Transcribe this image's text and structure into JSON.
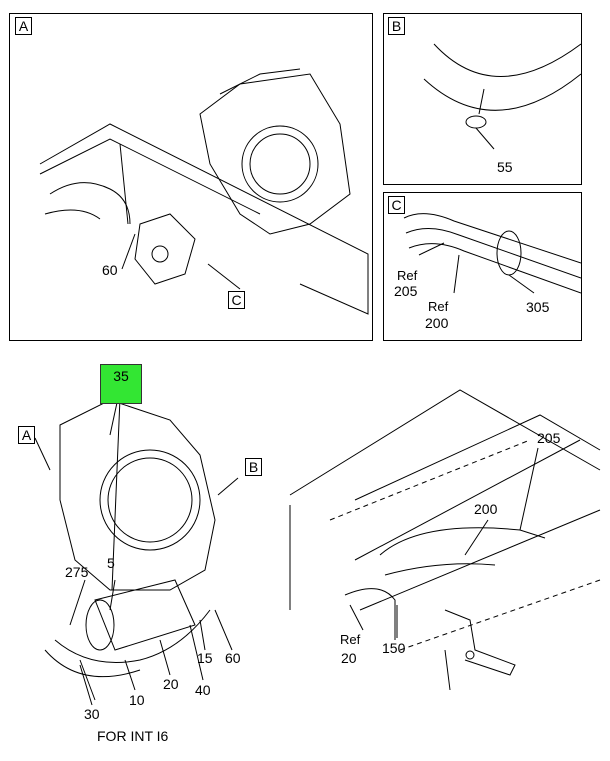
{
  "panels": {
    "a": {
      "tag": "A",
      "callouts": {
        "ref60": "60",
        "view_c": "C"
      }
    },
    "b": {
      "tag": "B",
      "callouts": {
        "ref55": "55"
      }
    },
    "c": {
      "tag": "C",
      "callouts": {
        "ref205_prefix": "Ref",
        "ref205": "205",
        "ref200_prefix": "Ref",
        "ref200": "200",
        "ref305": "305"
      }
    }
  },
  "main": {
    "highlight_label": "35",
    "view_a": "A",
    "view_b": "B",
    "callouts": {
      "p275": "275",
      "p5": "5",
      "p30": "30",
      "p10": "10",
      "p20": "20",
      "p40": "40",
      "p15": "15",
      "p60": "60",
      "p205": "205",
      "p200": "200",
      "p150": "150",
      "ref20_prefix": "Ref",
      "ref20": "20"
    },
    "caption": "FOR INT I6"
  },
  "colors": {
    "highlight": "#33e633",
    "line": "#000000"
  }
}
